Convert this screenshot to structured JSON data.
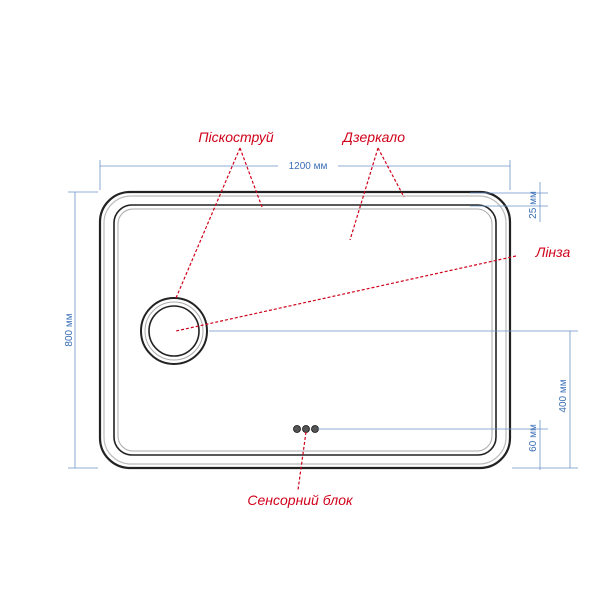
{
  "callouts": {
    "sandblast": "Піскоструй",
    "mirror": "Дзеркало",
    "lens": "Лінза",
    "touch_unit": "Сенсорний блок"
  },
  "dimensions": {
    "width": "1200 мм",
    "height": "800 мм",
    "frame_offset": "25 мм",
    "lens_height": "400 мм",
    "sensor_height": "60 мм"
  },
  "colors": {
    "callout": "#d0021b",
    "dimension": "#3b6fb6",
    "outline": "#222222"
  }
}
